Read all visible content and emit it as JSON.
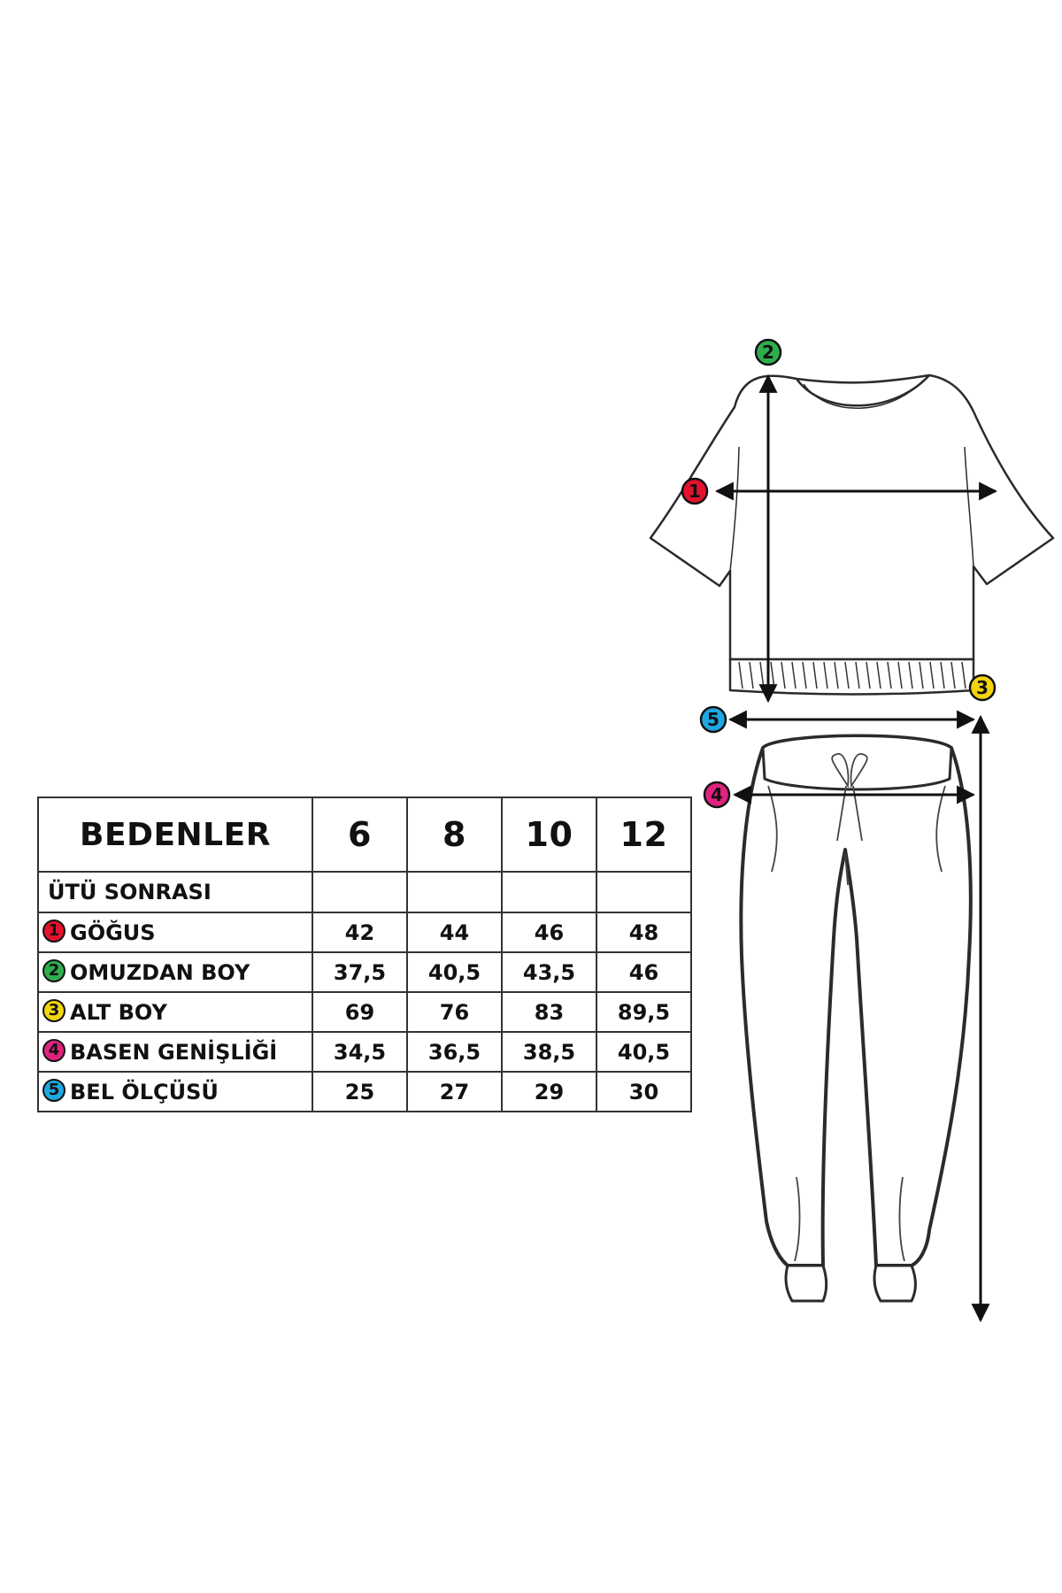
{
  "table": {
    "header_label": "BEDENLER",
    "sizes": [
      "6",
      "8",
      "10",
      "12"
    ],
    "subheader": "ÜTÜ SONRASI",
    "rows": [
      {
        "number": "1",
        "label": "GÖĞUS",
        "values": [
          "42",
          "44",
          "46",
          "48"
        ],
        "color": "#e3122d"
      },
      {
        "number": "2",
        "label": "OMUZDAN BOY",
        "values": [
          "37,5",
          "40,5",
          "43,5",
          "46"
        ],
        "color": "#2fae4e"
      },
      {
        "number": "3",
        "label": "ALT BOY",
        "values": [
          "69",
          "76",
          "83",
          "89,5"
        ],
        "color": "#f2d40d"
      },
      {
        "number": "4",
        "label": "BASEN GENİŞLİĞİ",
        "values": [
          "34,5",
          "36,5",
          "38,5",
          "40,5"
        ],
        "color": "#e0237f"
      },
      {
        "number": "5",
        "label": "BEL ÖLÇÜSÜ",
        "values": [
          "25",
          "27",
          "29",
          "30"
        ],
        "color": "#1ea7e1"
      }
    ]
  },
  "diagram": {
    "badges": [
      {
        "number": "1",
        "color": "#e3122d"
      },
      {
        "number": "2",
        "color": "#2fae4e"
      },
      {
        "number": "3",
        "color": "#f2d40d"
      },
      {
        "number": "4",
        "color": "#e0237f"
      },
      {
        "number": "5",
        "color": "#1ea7e1"
      }
    ],
    "icons": [
      "tshirt-icon",
      "jogger-pants-icon"
    ]
  }
}
